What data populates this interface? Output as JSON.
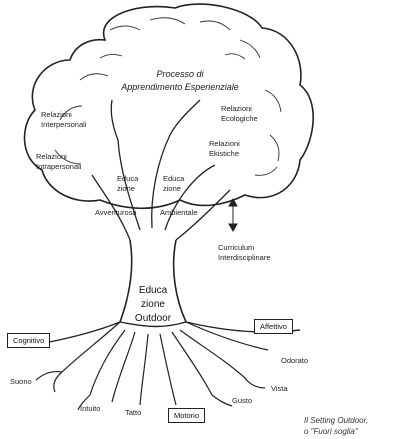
{
  "title_lines": [
    "Processo di",
    "Apprendimento Esperienziale"
  ],
  "crown": {
    "relazioni_interpersonali": [
      "Relazioni",
      "Interpersonali"
    ],
    "relazioni_intrapersonali": [
      "Relazioni",
      "Intrapersonali"
    ],
    "relazioni_ecologiche": [
      "Relazioni",
      "Ecologiche"
    ],
    "relazioni_ekistiche": [
      "Relazioni",
      "Ekistiche"
    ],
    "educazione_left": [
      "Educa",
      "zione"
    ],
    "educazione_mid": [
      "Educa",
      "zione"
    ],
    "avventurosa": "Avventurosa",
    "ambientale": "Ambientale"
  },
  "curriculum": [
    "Curriculum",
    "Interdisciplinare"
  ],
  "trunk_lines": [
    "Educa",
    "zione",
    "Outdoor"
  ],
  "boxes": {
    "cognitivo": "Cognitivo",
    "affettivo": "Affettivo",
    "motorio": "Motorio"
  },
  "roots": {
    "suono": "Suono",
    "intuito": "Intuito",
    "tatto": "Tatto",
    "gusto": "Gusto",
    "vista": "Vista",
    "odorato": "Odorato"
  },
  "caption_lines": [
    "Il Setting Outdoor,",
    "o \"Fuori soglia\""
  ],
  "colors": {
    "ink": "#222222",
    "background": "#ffffff"
  }
}
